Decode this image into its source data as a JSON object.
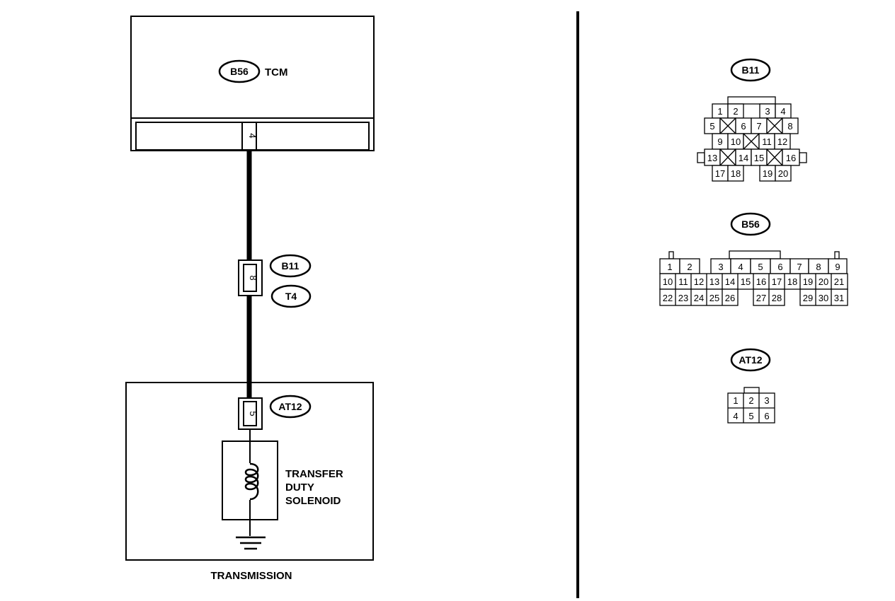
{
  "colors": {
    "ink": "#000000",
    "paper": "#ffffff"
  },
  "tcm": {
    "connector": "B56",
    "label": "TCM",
    "pin": "4"
  },
  "inline_connector": {
    "pin": "8",
    "tags": [
      "B11",
      "T4"
    ]
  },
  "transmission": {
    "connector": "AT12",
    "pin": "5",
    "solenoid_lines": [
      "TRANSFER",
      "DUTY",
      "SOLENOID"
    ],
    "label": "TRANSMISSION",
    "coil_icon": "solenoid-coil-icon",
    "ground_icon": "ground-icon"
  },
  "connector_views": [
    {
      "name": "B11",
      "rows": [
        [
          "1",
          "2",
          "",
          "",
          "3",
          "4"
        ],
        [
          "5",
          "X",
          "6",
          "7",
          "X",
          "8"
        ],
        [
          "9",
          "10",
          "X",
          "11",
          "12"
        ],
        [
          "13",
          "X",
          "14",
          "15",
          "X",
          "16"
        ],
        [
          "17",
          "18",
          "",
          "19",
          "20"
        ]
      ]
    },
    {
      "name": "B56",
      "rows": [
        [
          "1",
          "2",
          "3",
          "4",
          "5",
          "6",
          "7",
          "8",
          "9"
        ],
        [
          "10",
          "11",
          "12",
          "13",
          "14",
          "15",
          "16",
          "17",
          "18",
          "19",
          "20",
          "21"
        ],
        [
          "22",
          "23",
          "24",
          "25",
          "26",
          "27",
          "28",
          "29",
          "30",
          "31"
        ]
      ]
    },
    {
      "name": "AT12",
      "rows": [
        [
          "1",
          "2",
          "3"
        ],
        [
          "4",
          "5",
          "6"
        ]
      ]
    }
  ]
}
